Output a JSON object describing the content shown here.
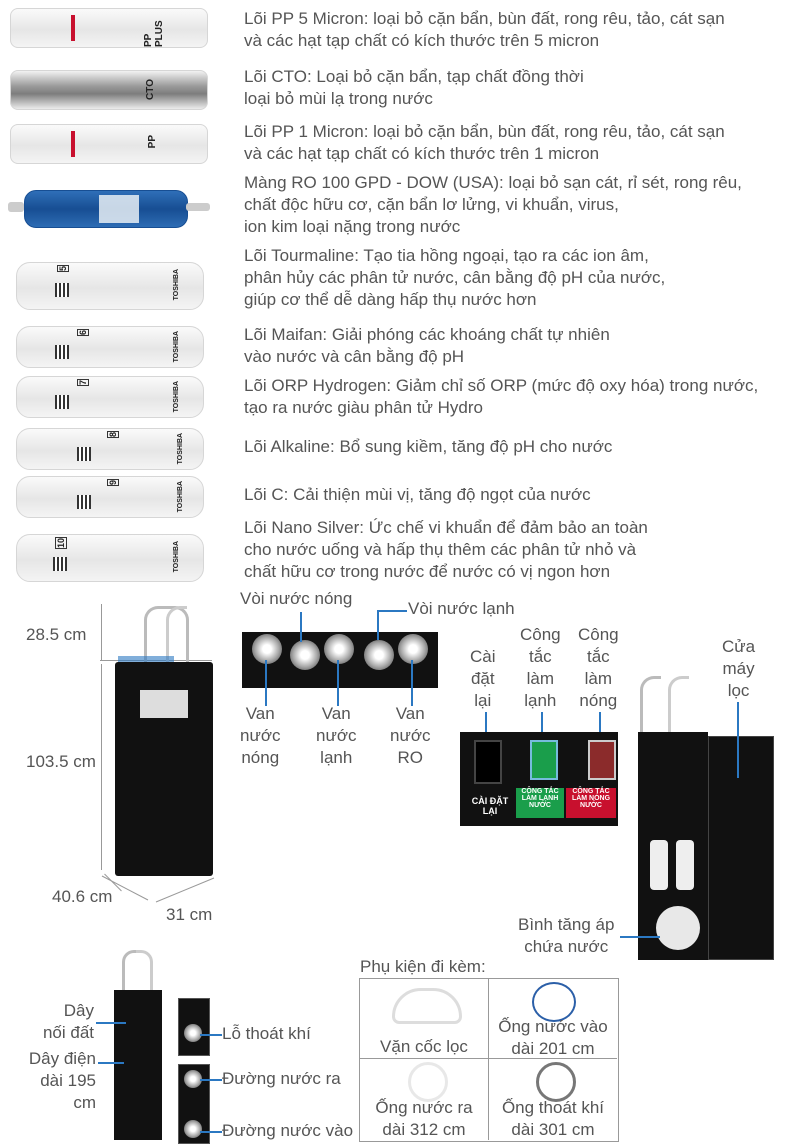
{
  "filters": [
    {
      "label": "PP PLUS",
      "desc": [
        "Lõi PP 5 Micron: loại bỏ cặn bẩn, bùn đất, rong rêu, tảo, cát sạn",
        "và các hạt tạp chất có kích thước trên 5 micron"
      ]
    },
    {
      "label": "CTO",
      "desc": [
        "Lõi CTO: Loại bỏ cặn bẩn, tạp chất đồng thời",
        "loại bỏ mùi lạ trong nước"
      ]
    },
    {
      "label": "PP",
      "desc": [
        "Lõi PP 1 Micron: loại bỏ cặn bẩn, bùn đất, rong rêu, tảo, cát sạn",
        "và các hạt tạp chất có kích thước trên 1 micron"
      ]
    },
    {
      "label": "",
      "desc": [
        "Màng RO 100 GPD - DOW (USA): loại bỏ sạn cát, rỉ sét, rong rêu,",
        "chất độc hữu cơ, cặn bẩn lơ lửng, vi khuẩn, virus,",
        "ion kim loại nặng trong nước"
      ]
    },
    {
      "label": "5",
      "desc": [
        "Lõi Tourmaline: Tạo tia hồng ngoại, tạo ra các ion âm,",
        "phân hủy các phân tử nước, cân bằng độ pH của nước,",
        "giúp cơ thể dễ dàng hấp thụ nước hơn"
      ]
    },
    {
      "label": "6",
      "desc": [
        "Lõi Maifan: Giải phóng các khoáng chất tự nhiên",
        "vào nước và cân bằng độ pH"
      ]
    },
    {
      "label": "7",
      "desc": [
        "Lõi ORP Hydrogen: Giảm chỉ số ORP (mức độ oxy hóa) trong nước,",
        "tạo ra nước giàu phân tử Hydro"
      ]
    },
    {
      "label": "8",
      "desc": [
        "Lõi Alkaline: Bổ sung kiềm, tăng độ pH cho nước"
      ]
    },
    {
      "label": "9",
      "desc": [
        "Lõi C: Cải thiện mùi vị, tăng độ ngọt của nước"
      ]
    },
    {
      "label": "10",
      "desc": [
        "Lõi Nano Silver: Ức chế vi khuẩn để đảm bảo an toàn",
        "cho nước uống và hấp thụ thêm các phân tử nhỏ và",
        "chất hữu cơ trong nước để nước có vị ngon hơn"
      ]
    }
  ],
  "brand": "TOSHIBA",
  "dimensions": {
    "top": "28.5 cm",
    "height": "103.5 cm",
    "depth": "40.6 cm",
    "width": "31 cm"
  },
  "valves": {
    "hot_tap": "Vòi nước nóng",
    "cold_tap": "Vòi nước lạnh",
    "hot_valve": [
      "Van",
      "nước",
      "nóng"
    ],
    "cold_valve": [
      "Van",
      "nước",
      "lạnh"
    ],
    "ro_valve": [
      "Van",
      "nước",
      "RO"
    ]
  },
  "switches": {
    "reset": [
      "Cài",
      "đặt",
      "lại"
    ],
    "cold": [
      "Công",
      "tắc",
      "làm",
      "lạnh"
    ],
    "hot": [
      "Công",
      "tắc",
      "làm",
      "nóng"
    ],
    "door": [
      "Cửa",
      "máy",
      "lọc"
    ],
    "panel_reset": "CÀI ĐẶT LẠI",
    "panel_cold": [
      "CÔNG TẮC",
      "LÀM LẠNH",
      "NƯỚC"
    ],
    "panel_hot": [
      "CÔNG TẮC",
      "LÀM NÓNG",
      "NƯỚC"
    ],
    "tank": [
      "Bình tăng áp",
      "chứa nước"
    ]
  },
  "back": {
    "ground": [
      "Dây",
      "nối đất"
    ],
    "power": [
      "Dây điện",
      "dài 195 cm"
    ],
    "vent": "Lỗ thoát khí",
    "out": "Đường nước ra",
    "in": "Đường nước vào"
  },
  "accessories": {
    "title": "Phụ kiện đi kèm:",
    "items": [
      [
        "Vặn cốc lọc"
      ],
      [
        "Ống nước vào",
        "dài 201 cm"
      ],
      [
        "Ống nước ra",
        "dài 312 cm"
      ],
      [
        "Ống thoát khí",
        "dài 301 cm"
      ]
    ]
  },
  "colors": {
    "leader": "#2b78c2",
    "cold_switch": "#1a9e4b",
    "hot_switch": "#c8102e",
    "machine": "#111111"
  }
}
